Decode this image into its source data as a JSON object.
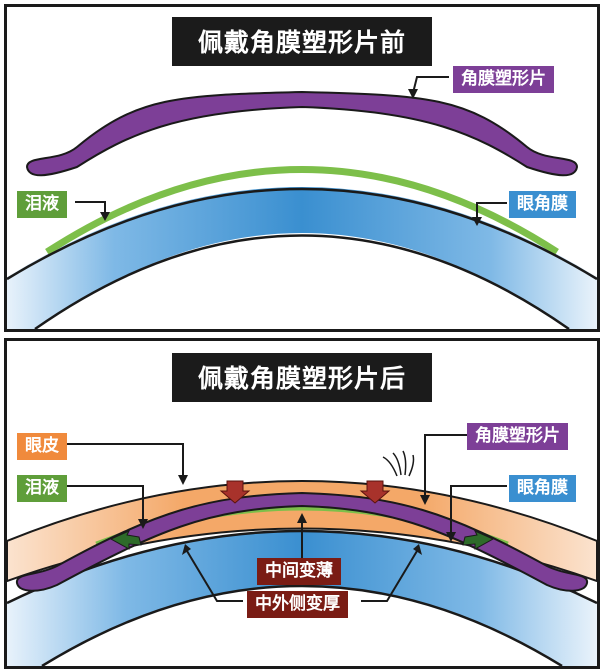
{
  "top_panel": {
    "title": "佩戴角膜塑形片前",
    "labels": {
      "lens": "角膜塑形片",
      "tear": "泪液",
      "cornea": "眼角膜"
    }
  },
  "bottom_panel": {
    "title": "佩戴角膜塑形片后",
    "labels": {
      "lens": "角膜塑形片",
      "eyelid": "眼皮",
      "tear": "泪液",
      "cornea": "眼角膜",
      "center_thin": "中间变薄",
      "periphery_thick": "中外侧变厚"
    }
  },
  "colors": {
    "lens": "#7d3f97",
    "tear": "#5f9e3a",
    "cornea": "#3a8fd0",
    "eyelid": "#f08a3c",
    "arrow_red": "#a8322b",
    "arrow_green": "#2e6b2a",
    "title_bg": "#1b1b1b"
  }
}
